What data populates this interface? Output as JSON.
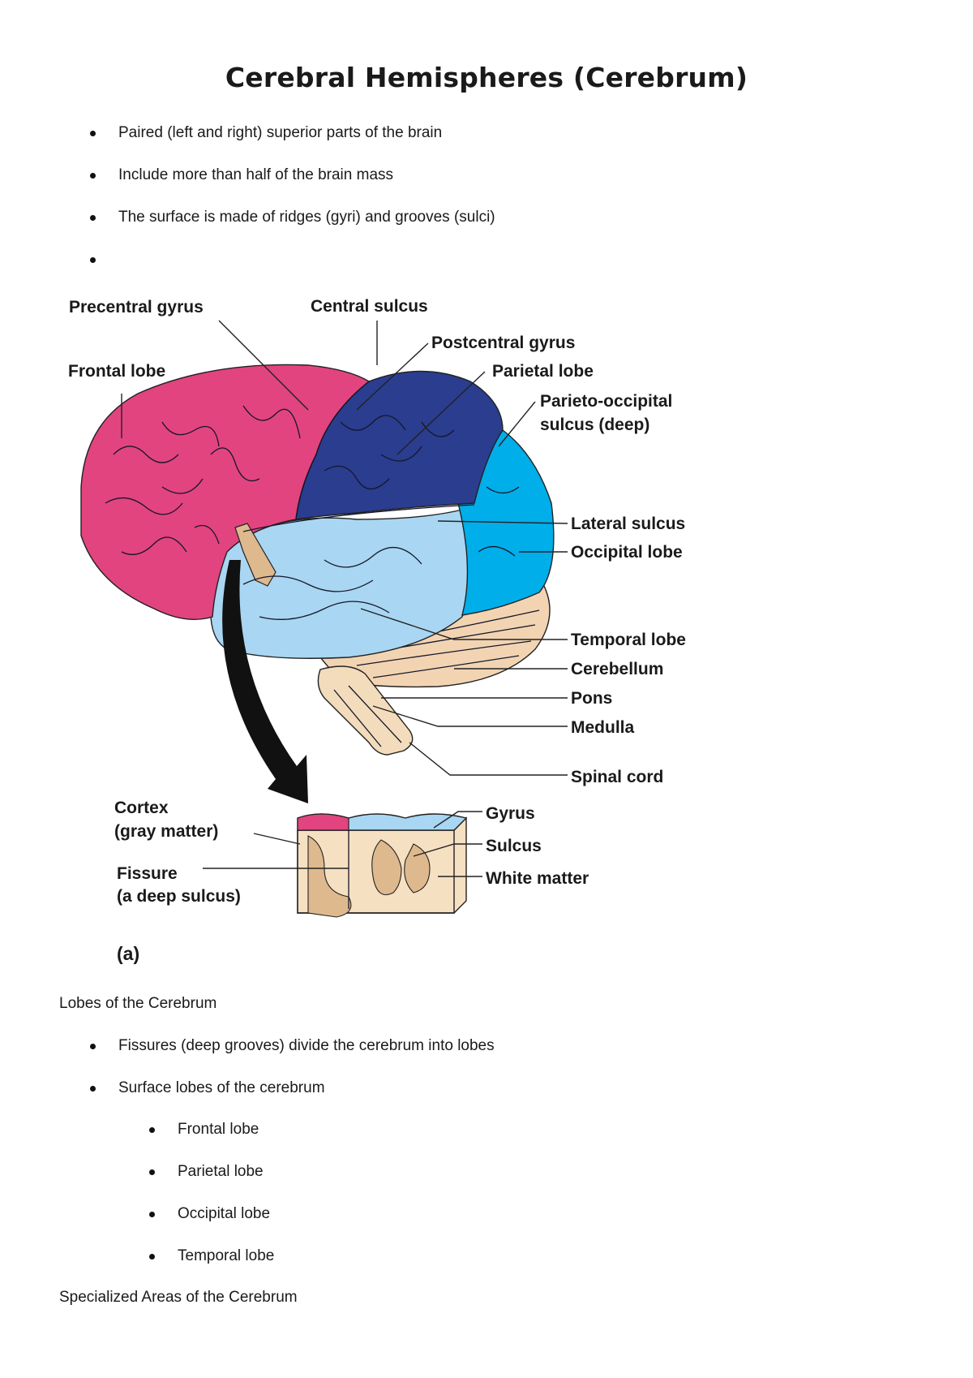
{
  "title": "Cerebral Hemispheres (Cerebrum)",
  "intro_bullets": [
    "Paired (left and right) superior parts of the brain",
    "Include more than half of the brain mass",
    "The surface is made of ridges (gyri) and grooves (sulci)",
    ""
  ],
  "figure": {
    "labels": {
      "precentral_gyrus": "Precentral gyrus",
      "central_sulcus": "Central sulcus",
      "postcentral_gyrus": "Postcentral gyrus",
      "frontal_lobe": "Frontal lobe",
      "parietal_lobe": "Parietal lobe",
      "parieto_occipital_line1": "Parieto-occipital",
      "parieto_occipital_line2": "sulcus (deep)",
      "lateral_sulcus": "Lateral sulcus",
      "occipital_lobe": "Occipital lobe",
      "temporal_lobe": "Temporal lobe",
      "cerebellum": "Cerebellum",
      "pons": "Pons",
      "medulla": "Medulla",
      "spinal_cord": "Spinal cord",
      "cortex_line1": "Cortex",
      "cortex_line2": "(gray matter)",
      "fissure_line1": "Fissure",
      "fissure_line2": "(a deep sulcus)",
      "gyrus": "Gyrus",
      "sulcus": "Sulcus",
      "white_matter": "White matter",
      "panel": "(a)"
    },
    "colors": {
      "frontal": "#e2447f",
      "parietal": "#2a3d8f",
      "occipital": "#00aee9",
      "temporal": "#a9d6f2",
      "cerebellum": "#f2d4b3",
      "brainstem": "#f3dcbc",
      "insula": "#deb98e"
    }
  },
  "lobes_heading": "Lobes of the Cerebrum",
  "lobes_bullets": [
    "Fissures (deep grooves) divide the cerebrum into lobes",
    "Surface lobes of the cerebrum"
  ],
  "lobes_sub_bullets": [
    "Frontal lobe",
    "Parietal lobe",
    "Occipital lobe",
    "Temporal lobe"
  ],
  "specialized_heading": "Specialized Areas of the Cerebrum"
}
